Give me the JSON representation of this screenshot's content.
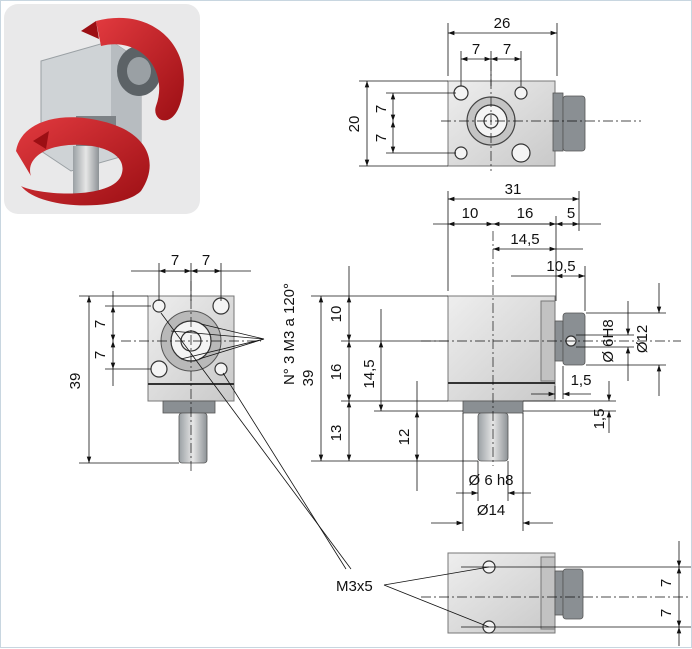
{
  "dimensions": {
    "top_width": "26",
    "top_pitch_left": "7",
    "top_pitch_right": "7",
    "top_height": "20",
    "top_v_upper": "7",
    "top_v_lower": "7",
    "side_total_width": "31",
    "side_left": "10",
    "side_middle": "16",
    "side_right": "5",
    "side_center_offset": "14,5",
    "side_flange": "10,5",
    "side_height_upper": "10",
    "side_height_middle": "16",
    "side_total_height": "39",
    "side_lower": "13",
    "side_center_height": "14,5",
    "side_shaft_length": "12",
    "bore": "Ø 6H8",
    "boss_diameter": "Ø12",
    "step_small": "1,5",
    "step_vertical": "1,5",
    "shaft_diameter": "Ø 6 h8",
    "hub_diameter": "Ø14",
    "front_pitch_left": "7",
    "front_pitch_right": "7",
    "front_v_upper": "7",
    "front_v_lower": "7",
    "front_total_height": "39",
    "bottom_v_upper": "7",
    "bottom_v_lower": "7"
  },
  "annotations": {
    "mounting_holes": "N° 3 M3 a 120°",
    "thread": "M3x5"
  },
  "colors": {
    "body": "#d9d9d9",
    "rotation_arrow": "#c4161c",
    "thumbnail_bg": "#e9e9ea"
  }
}
